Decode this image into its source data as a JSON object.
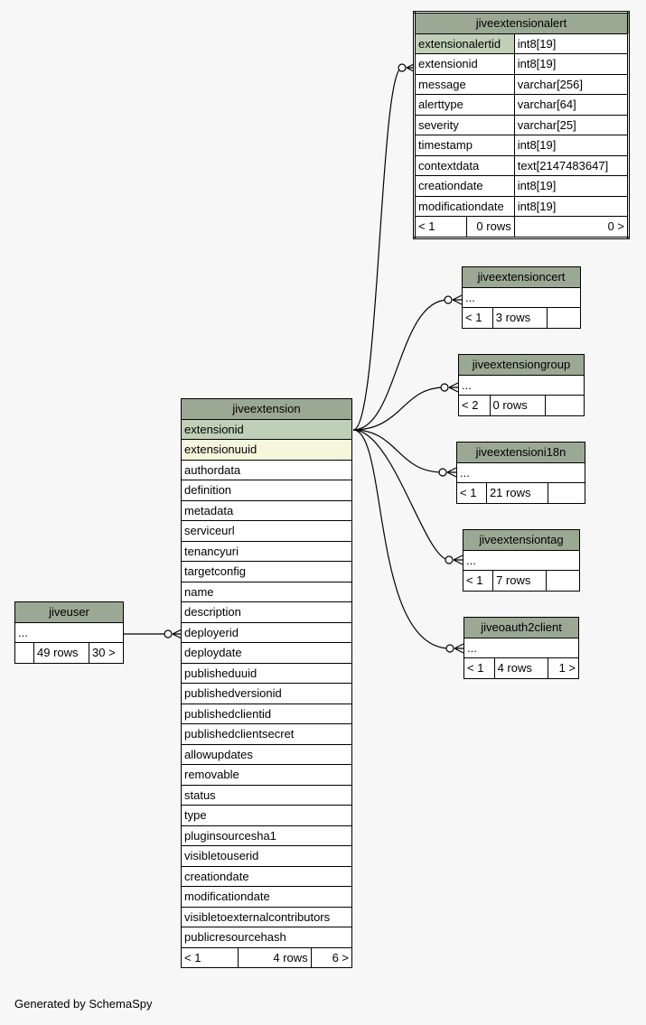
{
  "tables": {
    "jiveextensionalert": {
      "name": "jiveextensionalert",
      "columns": [
        {
          "name": "extensionalertid",
          "type": "int8[19]"
        },
        {
          "name": "extensionid",
          "type": "int8[19]"
        },
        {
          "name": "message",
          "type": "varchar[256]"
        },
        {
          "name": "alerttype",
          "type": "varchar[64]"
        },
        {
          "name": "severity",
          "type": "varchar[25]"
        },
        {
          "name": "timestamp",
          "type": "int8[19]"
        },
        {
          "name": "contextdata",
          "type": "text[2147483647]"
        },
        {
          "name": "creationdate",
          "type": "int8[19]"
        },
        {
          "name": "modificationdate",
          "type": "int8[19]"
        }
      ],
      "parents": "< 1",
      "rows": "0 rows",
      "children": "0 >"
    },
    "jiveextensioncert": {
      "name": "jiveextensioncert",
      "ellipsis": "...",
      "parents": "< 1",
      "rows": "3 rows",
      "children": ""
    },
    "jiveextensiongroup": {
      "name": "jiveextensiongroup",
      "ellipsis": "...",
      "parents": "< 2",
      "rows": "0 rows",
      "children": ""
    },
    "jiveextensioni18n": {
      "name": "jiveextensioni18n",
      "ellipsis": "...",
      "parents": "< 1",
      "rows": "21 rows",
      "children": ""
    },
    "jiveextensiontag": {
      "name": "jiveextensiontag",
      "ellipsis": "...",
      "parents": "< 1",
      "rows": "7 rows",
      "children": ""
    },
    "jiveoauth2client": {
      "name": "jiveoauth2client",
      "ellipsis": "...",
      "parents": "< 1",
      "rows": "4 rows",
      "children": "1 >"
    },
    "jiveuser": {
      "name": "jiveuser",
      "ellipsis": "...",
      "parents": "",
      "rows": "49 rows",
      "children": "30 >"
    },
    "jiveextension": {
      "name": "jiveextension",
      "columns": [
        "extensionid",
        "extensionuuid",
        "authordata",
        "definition",
        "metadata",
        "serviceurl",
        "tenancyuri",
        "targetconfig",
        "name",
        "description",
        "deployerid",
        "deploydate",
        "publisheduuid",
        "publishedversionid",
        "publishedclientid",
        "publishedclientsecret",
        "allowupdates",
        "removable",
        "status",
        "type",
        "pluginsourcesha1",
        "visibletouserid",
        "creationdate",
        "modificationdate",
        "visibletoexternalcontributors",
        "publicresourcehash"
      ],
      "parents": "< 1",
      "rows": "4 rows",
      "children": "6 >"
    }
  },
  "footer": "Generated by SchemaSpy",
  "colors": {
    "header": "#9ba894",
    "primary_key": "#bfcfb8",
    "unique": "#f4f7dc",
    "background": "#f7f7f7"
  }
}
